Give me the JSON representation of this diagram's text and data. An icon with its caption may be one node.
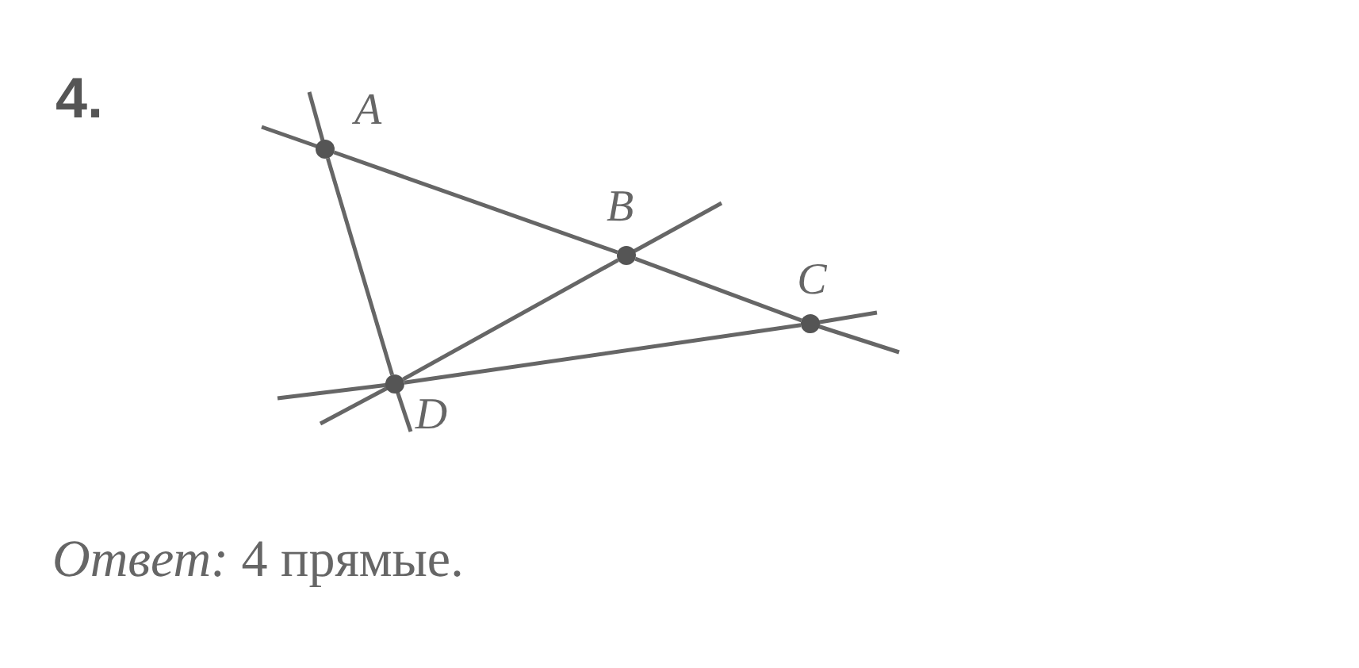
{
  "diagram": {
    "nodes": [
      {
        "text": [],
        "shape": "circle",
        "beside": [
          "A"
        ]
      },
      {
        "text": [],
        "shape": "circle",
        "beside": [
          "B"
        ]
      },
      {
        "text": [],
        "shape": "circle",
        "beside": [
          "C"
        ]
      },
      {
        "text": [],
        "shape": "circle",
        "beside": [
          "D"
        ]
      }
    ],
    "edges": [
      {
        "from": 0,
        "to": 1,
        "arrow": "none"
      },
      {
        "from": 1,
        "to": 2,
        "arrow": "none"
      },
      {
        "from": 0,
        "to": 3,
        "arrow": "none"
      },
      {
        "from": 3,
        "to": 1,
        "arrow": "none"
      },
      {
        "from": 3,
        "to": 2,
        "arrow": "none"
      }
    ],
    "labels": [
      "4.",
      "*Ответ:* 4 прямые."
    ]
  }
}
